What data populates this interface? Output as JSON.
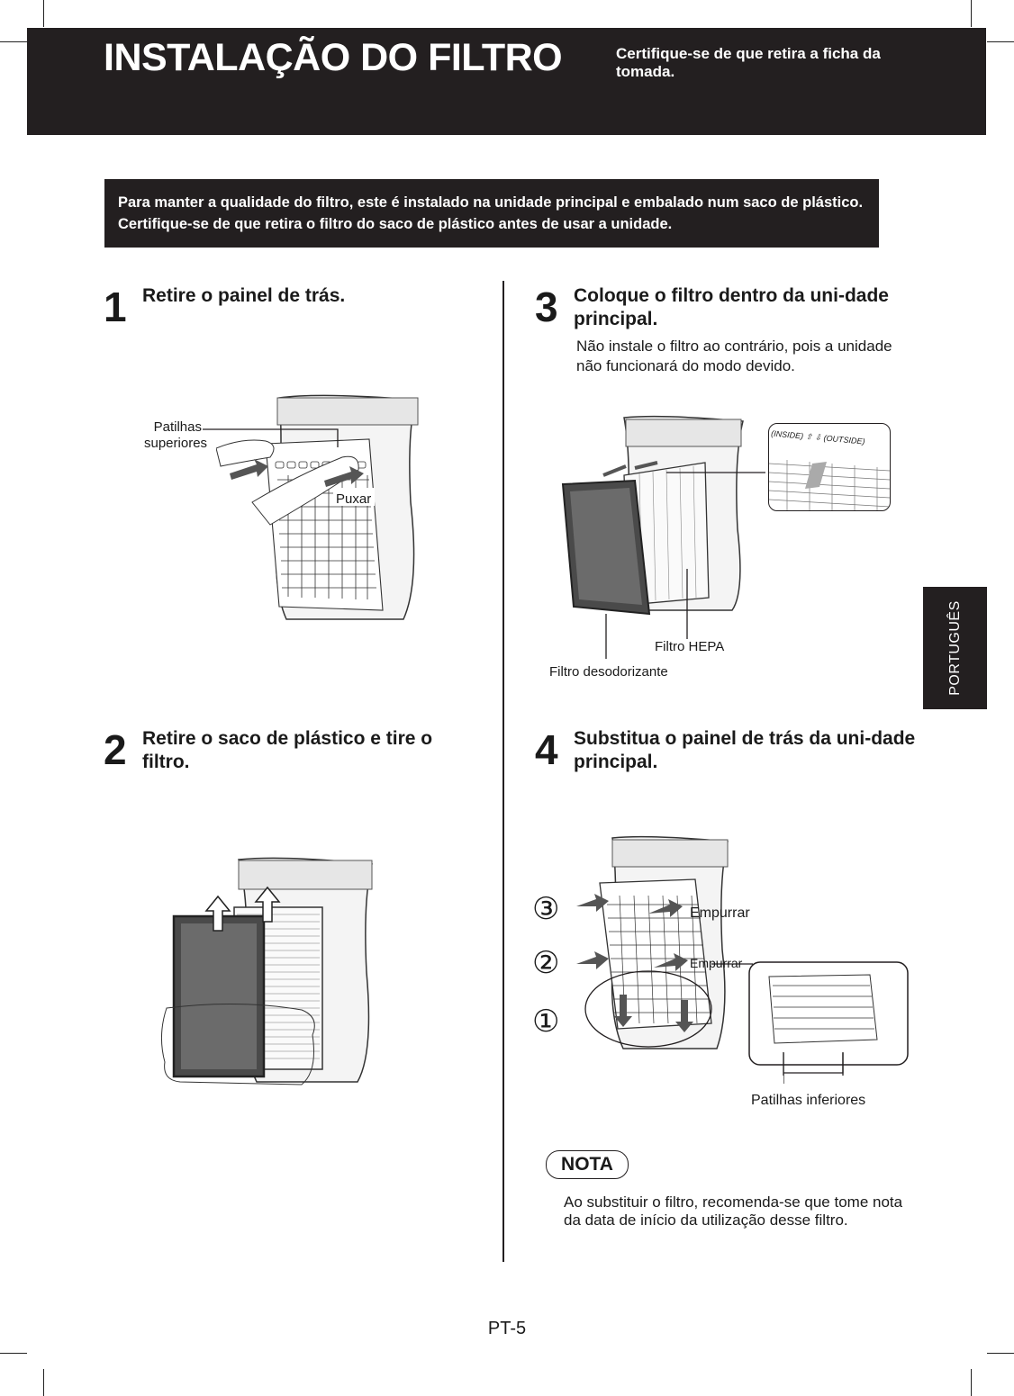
{
  "header": {
    "title": "INSTALAÇÃO DO FILTRO",
    "note": "Certifique-se de que retira a ficha da tomada."
  },
  "intro": "Para manter a qualidade do filtro, este é instalado na unidade principal e embalado num saco de plástico. Certifique-se de que retira o filtro do saco de plástico antes de usar a unidade.",
  "steps": [
    {
      "number": "1",
      "title": "Retire o painel de trás.",
      "labels": {
        "top_tabs": "Patilhas superiores",
        "pull": "Puxar"
      }
    },
    {
      "number": "2",
      "title": "Retire o saco de plástico e tire o filtro."
    },
    {
      "number": "3",
      "title": "Coloque o filtro dentro da uni-dade principal.",
      "description": "Não instale o filtro ao contrário, pois a unidade não funcionará do modo devido.",
      "labels": {
        "hepa": "Filtro HEPA",
        "deodorizing": "Filtro desodorizante",
        "inside_marking": "(INSIDE)",
        "outside_marking": "(OUTSIDE)"
      }
    },
    {
      "number": "4",
      "title": "Substitua o painel de trás da uni-dade principal.",
      "labels": {
        "push_1": "Empurrar",
        "push_2": "Empurrar",
        "bottom_tabs": "Patilhas inferiores",
        "order_3": "③",
        "order_2": "②",
        "order_1": "①"
      }
    }
  ],
  "note": {
    "badge": "NOTA",
    "text": "Ao substituir o filtro, recomenda-se que tome nota da data de início da utilização desse filtro."
  },
  "side_tab": "PORTUGUÊS",
  "page_number": "PT-5",
  "colors": {
    "dark": "#231f20",
    "text": "#1a1a1a",
    "background": "#ffffff"
  }
}
